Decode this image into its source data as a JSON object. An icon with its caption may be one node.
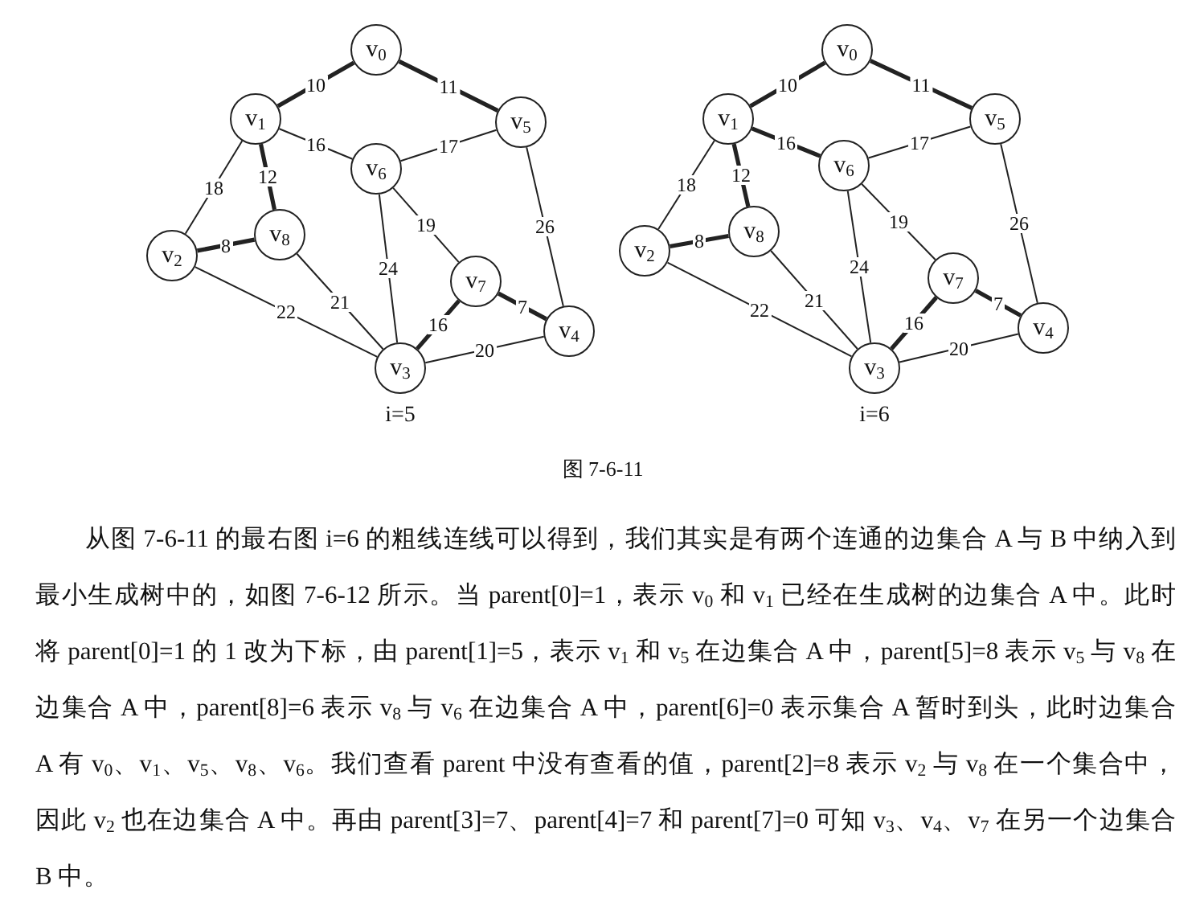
{
  "diagram": {
    "caption": "图 7-6-11",
    "nodes": [
      {
        "text": [
          "v$_{0}$"
        ]
      },
      {
        "text": [
          "v$_{1}$"
        ]
      },
      {
        "text": [
          "v$_{2}$"
        ]
      },
      {
        "text": [
          "v$_{3}$"
        ]
      },
      {
        "text": [
          "v$_{4}$"
        ]
      },
      {
        "text": [
          "v$_{5}$"
        ]
      },
      {
        "text": [
          "v$_{6}$"
        ]
      },
      {
        "text": [
          "v$_{7}$"
        ]
      },
      {
        "text": [
          "v$_{8}$"
        ]
      },
      {
        "text": [
          "v$_{0}$"
        ]
      },
      {
        "text": [
          "v$_{1}$"
        ]
      },
      {
        "text": [
          "v$_{2}$"
        ]
      },
      {
        "text": [
          "v$_{3}$"
        ]
      },
      {
        "text": [
          "v$_{4}$"
        ]
      },
      {
        "text": [
          "v$_{5}$"
        ]
      },
      {
        "text": [
          "v$_{6}$"
        ]
      },
      {
        "text": [
          "v$_{7}$"
        ]
      },
      {
        "text": [
          "v$_{8}$"
        ]
      }
    ],
    "edges": [
      {
        "from": 0,
        "to": 1,
        "arrow": "none",
        "label": "10",
        "style": "thick"
      },
      {
        "from": 0,
        "to": 5,
        "arrow": "none",
        "label": "11",
        "style": "thick"
      },
      {
        "from": 1,
        "to": 6,
        "arrow": "none",
        "label": "16"
      },
      {
        "from": 5,
        "to": 6,
        "arrow": "none",
        "label": "17"
      },
      {
        "from": 1,
        "to": 2,
        "arrow": "none",
        "label": "18"
      },
      {
        "from": 1,
        "to": 8,
        "arrow": "none",
        "label": "12",
        "style": "thick"
      },
      {
        "from": 2,
        "to": 8,
        "arrow": "none",
        "label": "8",
        "style": "thick"
      },
      {
        "from": 2,
        "to": 3,
        "arrow": "none",
        "label": "22"
      },
      {
        "from": 8,
        "to": 3,
        "arrow": "none",
        "label": "21"
      },
      {
        "from": 6,
        "to": 3,
        "arrow": "none",
        "label": "24"
      },
      {
        "from": 6,
        "to": 7,
        "arrow": "none",
        "label": "19"
      },
      {
        "from": 5,
        "to": 4,
        "arrow": "none",
        "label": "26"
      },
      {
        "from": 7,
        "to": 4,
        "arrow": "none",
        "label": "7",
        "style": "thick"
      },
      {
        "from": 7,
        "to": 3,
        "arrow": "none",
        "label": "16",
        "style": "thick"
      },
      {
        "from": 3,
        "to": 4,
        "arrow": "none",
        "label": "20"
      },
      {
        "from": 9,
        "to": 10,
        "arrow": "none",
        "label": "10",
        "style": "thick"
      },
      {
        "from": 9,
        "to": 14,
        "arrow": "none",
        "label": "11",
        "style": "thick"
      },
      {
        "from": 10,
        "to": 15,
        "arrow": "none",
        "label": "16",
        "style": "thick"
      },
      {
        "from": 14,
        "to": 15,
        "arrow": "none",
        "label": "17"
      },
      {
        "from": 10,
        "to": 11,
        "arrow": "none",
        "label": "18"
      },
      {
        "from": 10,
        "to": 17,
        "arrow": "none",
        "label": "12",
        "style": "thick"
      },
      {
        "from": 11,
        "to": 17,
        "arrow": "none",
        "label": "8",
        "style": "thick"
      },
      {
        "from": 11,
        "to": 12,
        "arrow": "none",
        "label": "22"
      },
      {
        "from": 17,
        "to": 12,
        "arrow": "none",
        "label": "21"
      },
      {
        "from": 15,
        "to": 12,
        "arrow": "none",
        "label": "24"
      },
      {
        "from": 15,
        "to": 16,
        "arrow": "none",
        "label": "19"
      },
      {
        "from": 14,
        "to": 13,
        "arrow": "none",
        "label": "26"
      },
      {
        "from": 16,
        "to": 13,
        "arrow": "none",
        "label": "7",
        "style": "thick"
      },
      {
        "from": 16,
        "to": 12,
        "arrow": "none",
        "label": "16",
        "style": "thick"
      },
      {
        "from": 12,
        "to": 13,
        "arrow": "none",
        "label": "20"
      }
    ],
    "labels": [
      "i=5",
      "i=6",
      "从图 7-6-11 的最右图 i=6 的粗线连线可以得到，我们其实是有两个连通的边集合 A 与 B 中纳入到最小生成树中的，如图 7-6-12 所示。当 parent[0]=1，表示 v$_{0}$ 和 v$_{1}$ 已经在生成树的边集合 A 中。此时将 parent[0]=1 的 1 改为下标，由 parent[1]=5，表示 v$_{1}$ 和 v$_{5}$ 在边集合 A 中，parent[5]=8 表示 v$_{5}$ 与 v$_{8}$ 在边集合 A 中，parent[8]=6 表示 v$_{8}$ 与 v$_{6}$ 在边集合 A 中，parent[6]=0 表示集合 A 暂时到头，此时边集合 A 有 v$_{0}$、v$_{1}$、v$_{5}$、v$_{8}$、v$_{6}$。我们查看 parent 中没有查看的值，parent[2]=8 表示 v$_{2}$ 与 v$_{8}$ 在一个集合中，因此 v$_{2}$ 也在边集合 A 中。再由 parent[3]=7、parent[4]=7 和 parent[7]=0 可知 v$_{3}$、v$_{4}$、v$_{7}$ 在另一个边集合 B 中。"
    ]
  }
}
